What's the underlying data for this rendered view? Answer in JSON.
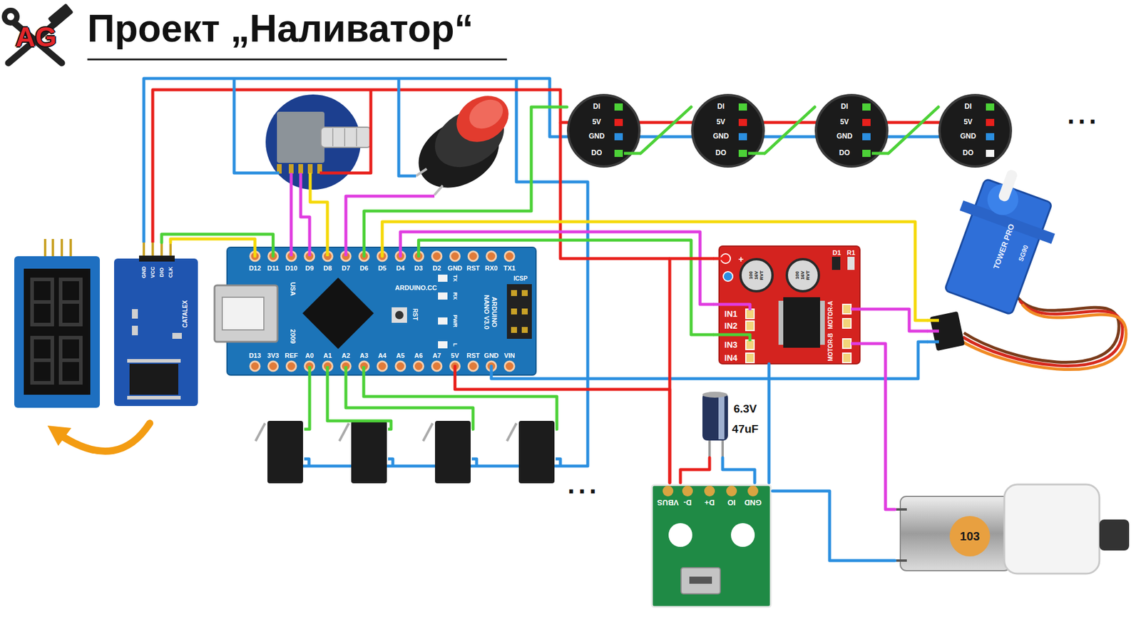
{
  "diagram": {
    "title": "Проект „Наливатор“",
    "nodes": [
      {
        "text": [
          "DI",
          "5V",
          "GND",
          "DO"
        ]
      },
      {
        "text": [
          "DI",
          "5V",
          "GND",
          "DO"
        ]
      },
      {
        "text": [
          "DI",
          "5V",
          "GND",
          "DO"
        ]
      },
      {
        "text": [
          "DI",
          "5V",
          "GND",
          "DO"
        ]
      },
      {
        "text": [
          "TOWER PRO",
          "SG90"
        ]
      },
      {
        "text": [
          "GND",
          "VCC",
          "DIO",
          "CLK",
          "CATALEX"
        ]
      },
      {
        "text": [
          "D12",
          "D11",
          "D10",
          "D9",
          "D8",
          "D7",
          "D6",
          "D5",
          "D4",
          "D3",
          "D2",
          "GND",
          "RST",
          "RX0",
          "TX1",
          "D13",
          "3V3",
          "REF",
          "A0",
          "A1",
          "A2",
          "A3",
          "A4",
          "A5",
          "A6",
          "A7",
          "5V",
          "RST",
          "GND",
          "VIN",
          "USA",
          "2009",
          "ARDUINO.CC",
          "RST",
          "TX",
          "RX",
          "PWR",
          "L",
          "ARDUINO NANO V3.0",
          "ICSP"
        ]
      },
      {
        "text": [
          "+",
          "IN1",
          "IN2",
          "IN3",
          "IN4",
          "D1",
          "R1",
          "MOTOR-A",
          "MOTOR-B",
          "100 16V RVT",
          "100 16V RVT"
        ]
      },
      {
        "text": [
          "6.3V",
          "47uF"
        ]
      },
      {
        "text": [
          "GND",
          "IO",
          "D+",
          "D-",
          "VBUS"
        ]
      },
      {
        "text": [
          "103"
        ]
      }
    ],
    "edges": [
      {
        "from": 5,
        "to": 6,
        "arrow": "none"
      },
      {
        "from": 5,
        "to": 6,
        "arrow": "none"
      },
      {
        "from": 6,
        "to": 0,
        "arrow": "none"
      },
      {
        "from": 0,
        "to": 1,
        "arrow": "none"
      },
      {
        "from": 1,
        "to": 2,
        "arrow": "none"
      },
      {
        "from": 2,
        "to": 3,
        "arrow": "none"
      },
      {
        "from": 6,
        "to": 7,
        "arrow": "none"
      },
      {
        "from": 6,
        "to": 7,
        "arrow": "none"
      },
      {
        "from": 6,
        "to": 4,
        "arrow": "none"
      },
      {
        "from": 7,
        "to": 4,
        "arrow": "none"
      },
      {
        "from": 6,
        "to": 4,
        "arrow": "none"
      },
      {
        "from": 7,
        "to": 10,
        "arrow": "none"
      },
      {
        "from": 6,
        "to": 9,
        "arrow": "none"
      },
      {
        "from": 7,
        "to": 9,
        "arrow": "none"
      },
      {
        "from": 9,
        "to": 8,
        "arrow": "none"
      },
      {
        "from": 9,
        "to": 8,
        "arrow": "none"
      },
      {
        "from": 9,
        "to": 7,
        "arrow": "none"
      },
      {
        "from": 9,
        "to": 10,
        "arrow": "none"
      }
    ],
    "labels": [
      "AG",
      "...",
      "..."
    ]
  }
}
